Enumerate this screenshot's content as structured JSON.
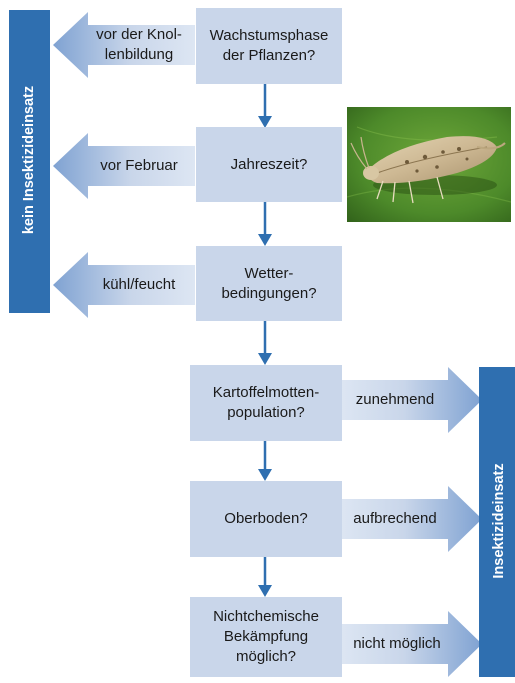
{
  "left_bar": {
    "label": "kein Insektizideinsatz"
  },
  "right_bar": {
    "label": "Insektizideinsatz"
  },
  "decisions": [
    {
      "question": "Wachstumsphase\nder Pflanzen?",
      "arrow_label": "vor der Knol-\nlenbildung",
      "direction": "left"
    },
    {
      "question": "Jahreszeit?",
      "arrow_label": "vor Februar",
      "direction": "left"
    },
    {
      "question": "Wetter-\nbedingungen?",
      "arrow_label": "kühl/feucht",
      "direction": "left"
    },
    {
      "question": "Kartoffelmotten-\npopulation?",
      "arrow_label": "zunehmend",
      "direction": "right"
    },
    {
      "question": "Oberboden?",
      "arrow_label": "aufbrechend",
      "direction": "right"
    },
    {
      "question": "Nichtchemische\nBekämpfung\nmöglich?",
      "arrow_label": "nicht möglich",
      "direction": "right"
    }
  ],
  "photo": {
    "subject": "potato tuber moth on leaf"
  },
  "colors": {
    "box_fill": "#c9d6ea",
    "bar_fill": "#2f6fb0",
    "arrow_dark": "#2f6fb0",
    "arrow_light": "#c9d6ea",
    "connector": "#2f6fb0"
  }
}
